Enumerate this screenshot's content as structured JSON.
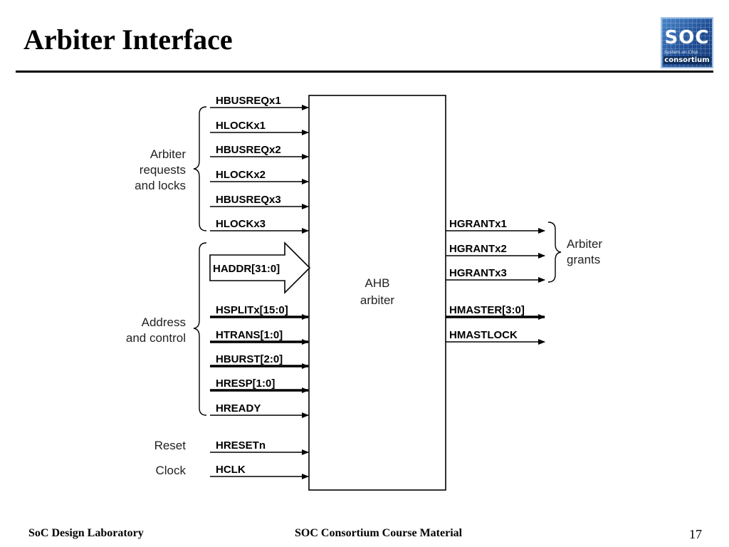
{
  "slide": {
    "title": "Arbiter Interface",
    "page_number": "17"
  },
  "logo": {
    "text": "SOC",
    "tagline": "System on Chip",
    "subtext": "consortium"
  },
  "diagram": {
    "block": {
      "line1": "AHB",
      "line2": "arbiter"
    },
    "groups": {
      "requests": [
        "Arbiter",
        "requests",
        "and locks"
      ],
      "address": [
        "Address",
        "and control"
      ],
      "grants": [
        "Arbiter",
        "grants"
      ],
      "reset": "Reset",
      "clock": "Clock"
    },
    "inputs": {
      "hbusreqx1": "HBUSREQx1",
      "hlockx1": "HLOCKx1",
      "hbusreqx2": "HBUSREQx2",
      "hlockx2": "HLOCKx2",
      "hbusreqx3": "HBUSREQx3",
      "hlockx3": "HLOCKx3",
      "haddr": "HADDR[31:0]",
      "hsplitx": "HSPLITx[15:0]",
      "htrans": "HTRANS[1:0]",
      "hburst": "HBURST[2:0]",
      "hresp": "HRESP[1:0]",
      "hready": "HREADY",
      "hresetn": "HRESETn",
      "hclk": "HCLK"
    },
    "outputs": {
      "hgrantx1": "HGRANTx1",
      "hgrantx2": "HGRANTx2",
      "hgrantx3": "HGRANTx3",
      "hmaster": "HMASTER[3:0]",
      "hmastlock": "HMASTLOCK"
    }
  },
  "footer": {
    "left": "SoC Design Laboratory",
    "center": "SOC Consortium Course Material"
  }
}
